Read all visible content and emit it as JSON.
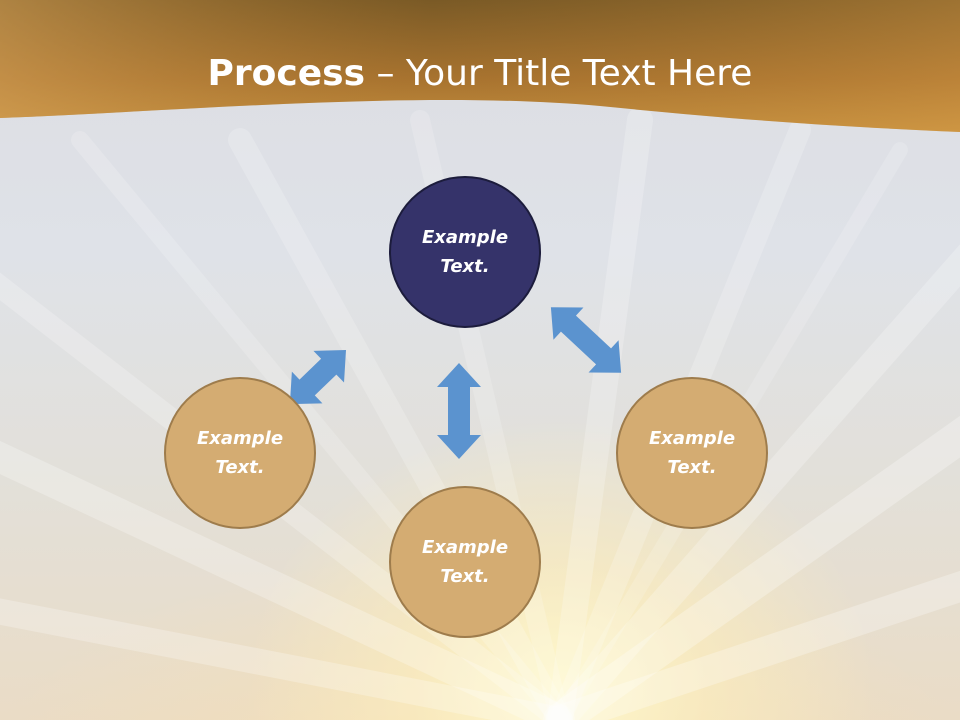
{
  "title": {
    "bold": "Process",
    "rest": " – Your Title Text Here"
  },
  "nodes": [
    {
      "id": "top",
      "line1": "Example",
      "line2": "Text.",
      "color": "#35336a"
    },
    {
      "id": "left",
      "line1": "Example",
      "line2": "Text.",
      "color": "#d4ac72"
    },
    {
      "id": "bottom",
      "line1": "Example",
      "line2": "Text.",
      "color": "#d4ac72"
    },
    {
      "id": "right",
      "line1": "Example",
      "line2": "Text.",
      "color": "#d4ac72"
    }
  ],
  "colors": {
    "arrow": "#5b93cf",
    "band": "#b0783a"
  }
}
